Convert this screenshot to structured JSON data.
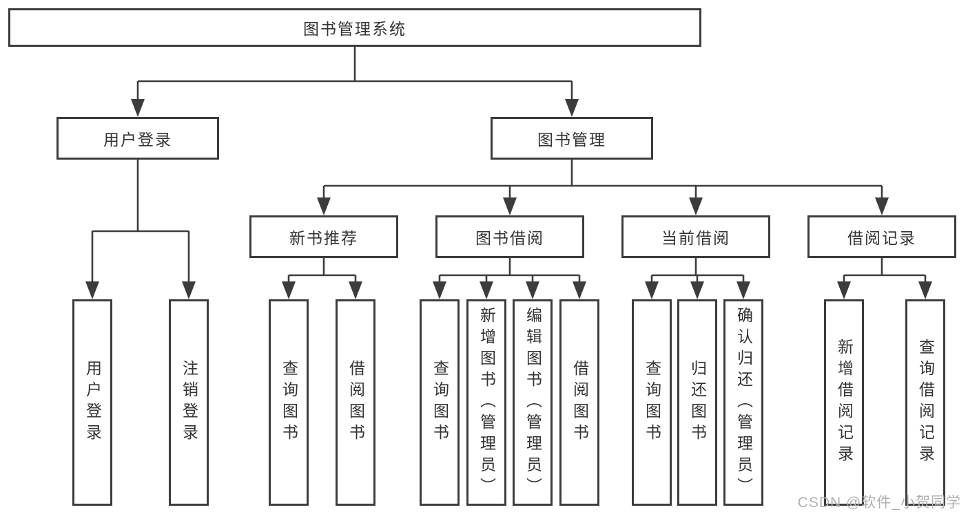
{
  "tree": {
    "root": {
      "label": "图书管理系统"
    },
    "level2": [
      {
        "label": "用户登录"
      },
      {
        "label": "图书管理"
      }
    ],
    "level3": [
      {
        "label": "新书推荐"
      },
      {
        "label": "图书借阅"
      },
      {
        "label": "当前借阅"
      },
      {
        "label": "借阅记录"
      }
    ],
    "leaves_user": [
      "用户登录",
      "注销登录"
    ],
    "leaves_recommend": [
      "查询图书",
      "借阅图书"
    ],
    "leaves_borrow": [
      "查询图书",
      "新增图书（管理员）",
      "编辑图书（管理员）",
      "借阅图书"
    ],
    "leaves_current": [
      "查询图书",
      "归还图书",
      "确认归还（管理员）"
    ],
    "leaves_records": [
      "新增借阅记录",
      "查询借阅记录"
    ]
  },
  "watermark": "CSDN @软件_小贺同学",
  "colors": {
    "line": "#3c3c3c",
    "text": "#333333",
    "watermark": "#b0b0b0",
    "background": "#ffffff"
  }
}
